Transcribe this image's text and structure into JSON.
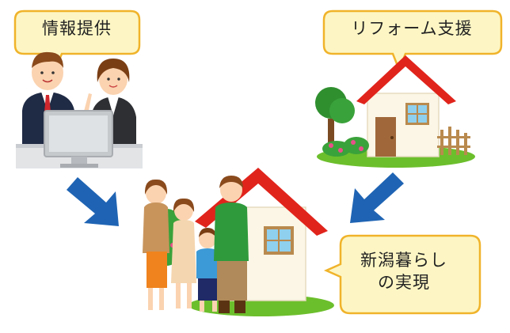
{
  "bubbles": {
    "info": "情報提供",
    "reform": "リフォーム支援",
    "result_line1": "新潟暮らし",
    "result_line2": "の実現"
  },
  "colors": {
    "bubble_fill": "#fdf6c4",
    "bubble_stroke": "#f0b32a",
    "arrow": "#1f64b4",
    "roof": "#e0241c",
    "wall": "#fbf6e6",
    "grass": "#6cbf2c",
    "tree": "#2f8f2f"
  }
}
